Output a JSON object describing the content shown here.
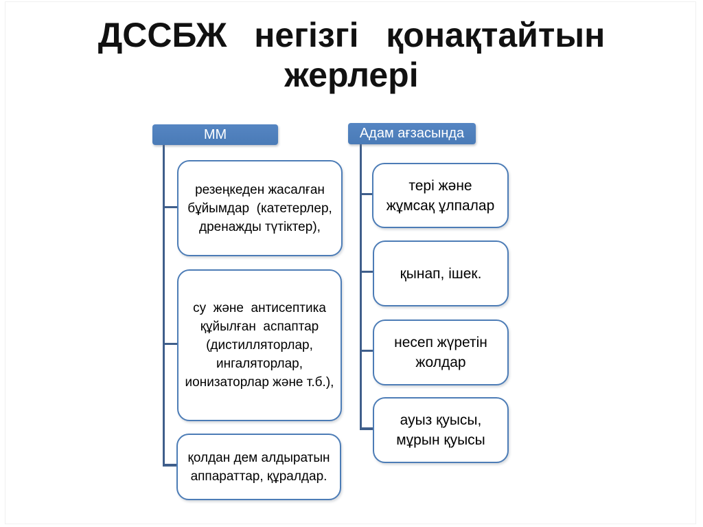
{
  "slide": {
    "title": "ДССБЖ  негізгі  қонақтайтын\nжерлері"
  },
  "colors": {
    "header_fill": "#4a7bb7",
    "header_fill_top": "#5585c2",
    "header_text": "#ffffff",
    "box_border": "#4c7cb6",
    "connector": "#3f5e8b",
    "body_text": "#000000",
    "background": "#ffffff"
  },
  "columns": [
    {
      "header": "ММ",
      "items": [
        {
          "text": "резеңкеден жасалған\nбұйымдар  (катетерлер,\nдренажды түтіктер),"
        },
        {
          "text": "су  және  антисептика\nқұйылған  аспаптар\n(дистилляторлар,\nингаляторлар,\nионизаторлар және т.б.),"
        },
        {
          "text": "қолдан дем алдыратын\nаппараттар, құралдар."
        }
      ]
    },
    {
      "header": "Адам ағзасында",
      "items": [
        {
          "text": "тері және\nжұмсақ ұлпалар"
        },
        {
          "text": "қынап, ішек."
        },
        {
          "text": "несеп жүретін\nжолдар"
        },
        {
          "text": "ауыз қуысы,\nмұрын қуысы"
        }
      ]
    }
  ]
}
